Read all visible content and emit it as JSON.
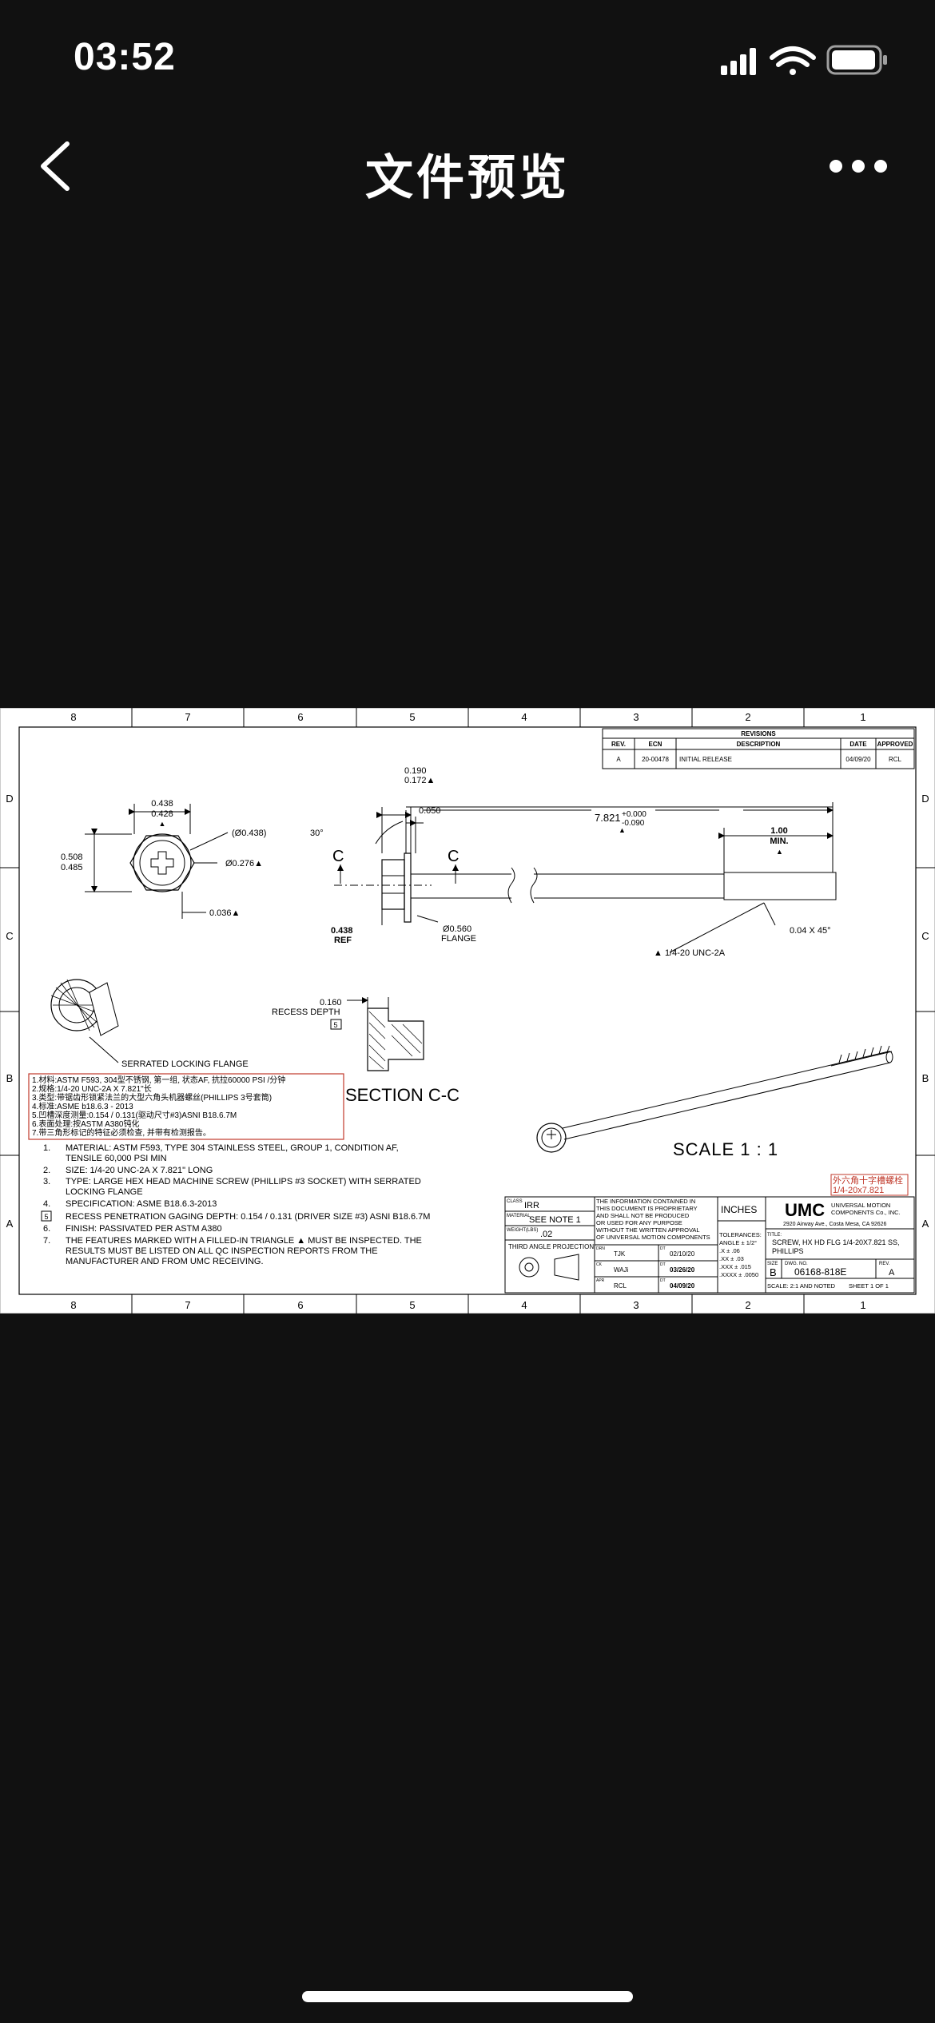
{
  "status_bar": {
    "time": "03:52"
  },
  "nav": {
    "title": "文件预览"
  },
  "icons": {
    "back": "chevron-left-icon",
    "more": "more-dots-icon",
    "signal": "signal-icon",
    "wifi": "wifi-icon",
    "battery": "battery-icon"
  },
  "drawing": {
    "zone_cols": [
      "8",
      "7",
      "6",
      "5",
      "4",
      "3",
      "2",
      "1"
    ],
    "zone_rows": [
      "D",
      "C",
      "B",
      "A"
    ],
    "revisions": {
      "title": "REVISIONS",
      "headers": [
        "REV.",
        "ECN",
        "DESCRIPTION",
        "DATE",
        "APPROVED"
      ],
      "row": [
        "A",
        "20-00478",
        "INITIAL RELEASE",
        "04/09/20",
        "RCL"
      ]
    },
    "dims": {
      "d0438": "0.438",
      "d0428": "0.428",
      "phi0438": "(Ø0.438)",
      "d0508": "0.508",
      "d0485": "0.485",
      "phi0276": "Ø0.276▲",
      "d0036": "0.036▲",
      "d0190": "0.190",
      "d0172": "0.172▲",
      "d0050": "0.050",
      "angle30": "30°",
      "len7821": "7.821",
      "tol_plus": "+0.000",
      "tol_minus": "-0.090",
      "min_100": "1.00",
      "min_label": "MIN.",
      "c_left": "C",
      "c_right": "C",
      "ref438": "0.438",
      "ref_label": "REF",
      "phi0560": "Ø0.560",
      "flange": "FLANGE",
      "chamfer": "0.04 X 45°",
      "thread": "▲ 1/4-20 UNC-2A",
      "recess_val": "0.160",
      "recess_label": "RECESS DEPTH",
      "recess_box": "5"
    },
    "serrated_label": "SERRATED LOCKING FLANGE",
    "section_label": "SECTION C-C",
    "scale_label": "SCALE 1 : 1",
    "chinese_notes": [
      "1.材料:ASTM F593, 304型不锈钢, 第一组, 状态AF, 抗拉60000 PSI /分钟",
      "2.规格:1/4-20 UNC-2A X 7.821\"长",
      "3.类型:带锯齿形锁紧法兰的大型六角头机器螺丝(PHILLIPS 3号套筒)",
      "4.标准:ASME b18.6.3 - 2013",
      "5.凹槽深度测量:0.154 / 0.131(驱动尺寸#3)ASNI B18.6.7M",
      "6.表面处理:按ASTM A380钝化",
      "7.带三角形标记的特征必须检查, 并带有检测报告。"
    ],
    "notes": [
      {
        "num": "1.",
        "text": "MATERIAL: ASTM F593, TYPE 304 STAINLESS STEEL, GROUP 1, CONDITION AF,"
      },
      {
        "num": "",
        "text": "TENSILE 60,000 PSI MIN"
      },
      {
        "num": "2.",
        "text": "SIZE: 1/4-20 UNC-2A X 7.821\" LONG"
      },
      {
        "num": "3.",
        "text": "TYPE: LARGE HEX HEAD MACHINE SCREW (PHILLIPS #3 SOCKET) WITH SERRATED"
      },
      {
        "num": "",
        "text": "LOCKING FLANGE"
      },
      {
        "num": "4.",
        "text": "SPECIFICATION: ASME B18.6.3-2013"
      },
      {
        "num": "5",
        "text": "RECESS PENETRATION GAGING DEPTH: 0.154 / 0.131 (DRIVER SIZE #3) ASNI B18.6.7M"
      },
      {
        "num": "6.",
        "text": "FINISH: PASSIVATED PER ASTM A380"
      },
      {
        "num": "7.",
        "text": "THE FEATURES MARKED WITH A FILLED-IN TRIANGLE ▲ MUST BE INSPECTED. THE"
      },
      {
        "num": "",
        "text": "RESULTS MUST BE LISTED ON ALL QC INSPECTION REPORTS FROM THE"
      },
      {
        "num": "",
        "text": "MANUFACTURER AND FROM UMC RECEIVING."
      }
    ],
    "red_label": [
      "外六角十字槽螺栓",
      "1/4-20x7.821"
    ],
    "title_block": {
      "class_label": "CLASS",
      "class_val": "IRR",
      "material_label": "MATERIAL",
      "material_val": "SEE NOTE 1",
      "weight_label": "WEIGHT(LBS)",
      "weight_val": ".02",
      "projection": "THIRD ANGLE PROJECTION",
      "confidential": [
        "THE INFORMATION CONTAINED IN",
        "THIS DOCUMENT IS PROPRIETARY",
        "AND SHALL NOT BE PRODUCED",
        "OR USED FOR ANY PURPOSE",
        "WITHOUT THE WRITTEN APPROVAL",
        "OF UNIVERSAL MOTION COMPONENTS"
      ],
      "drn_label": "DRN",
      "drn": "TJK",
      "drn_date": "02/10/20",
      "ck_label": "CK",
      "ck": "WAJi",
      "ck_date": "03/26/20",
      "apr_label": "APR",
      "apr": "RCL",
      "apr_date": "04/09/20",
      "date_label": "DT",
      "units": "INCHES",
      "tolerances": [
        "TOLERANCES:",
        "ANGLE ± 1/2°",
        ".X      ± .06",
        ".XX     ± .03",
        ".XXX    ± .015",
        ".XXXX   ± .0050"
      ],
      "company": "UMC",
      "company_name": [
        "UNIVERSAL MOTION",
        "COMPONENTS Co., INC."
      ],
      "address": "2920 Airway Ave., Costa Mesa, CA 92626",
      "title_label": "TITLE:",
      "title": [
        "SCREW, HX HD FLG 1/4-20X7.821 SS,",
        "PHILLIPS"
      ],
      "size_label": "SIZE",
      "size": "B",
      "dwg_label": "DWG. NO.",
      "dwg": "06168-818E",
      "rev_label": "REV.",
      "rev": "A",
      "scale": "SCALE: 2:1 AND NOTED",
      "sheet": "SHEET  1  OF  1"
    }
  }
}
